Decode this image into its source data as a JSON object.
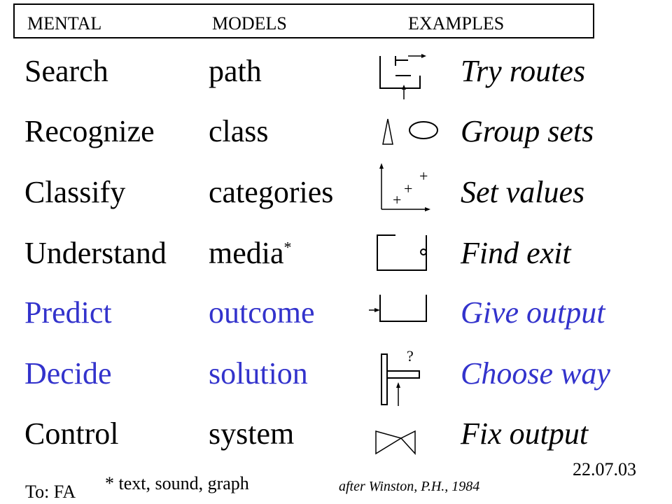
{
  "header": {
    "col1": "MENTAL",
    "col2": "MODELS",
    "col3": "EXAMPLES"
  },
  "rows": [
    {
      "action": "Search",
      "model": "path",
      "example": "Try routes",
      "color": "#000000",
      "icon": "path-maze-icon"
    },
    {
      "action": "Recognize",
      "model": "class",
      "example": "Group sets",
      "color": "#000000",
      "icon": "triangle-ellipse-icon"
    },
    {
      "action": "Classify",
      "model": "categories",
      "example": "Set values",
      "color": "#000000",
      "icon": "scatter-axes-icon"
    },
    {
      "action": "Understand",
      "model": "media",
      "model_mark": "*",
      "example": "Find exit",
      "color": "#000000",
      "icon": "box-exit-icon"
    },
    {
      "action": "Predict",
      "model": "outcome",
      "example": "Give output",
      "color": "#3333cc",
      "icon": "container-input-icon"
    },
    {
      "action": "Decide",
      "model": "solution",
      "example": "Choose way",
      "color": "#3333cc",
      "icon": "junction-question-icon",
      "icon_label": "?"
    },
    {
      "action": "Control",
      "model": "system",
      "example": "Fix output",
      "color": "#000000",
      "icon": "valve-icon"
    }
  ],
  "footnote": "* text, sound, graph",
  "attribution": "after Winston, P.H., 1984",
  "date": "22.07.03",
  "recipient": "To: FA"
}
